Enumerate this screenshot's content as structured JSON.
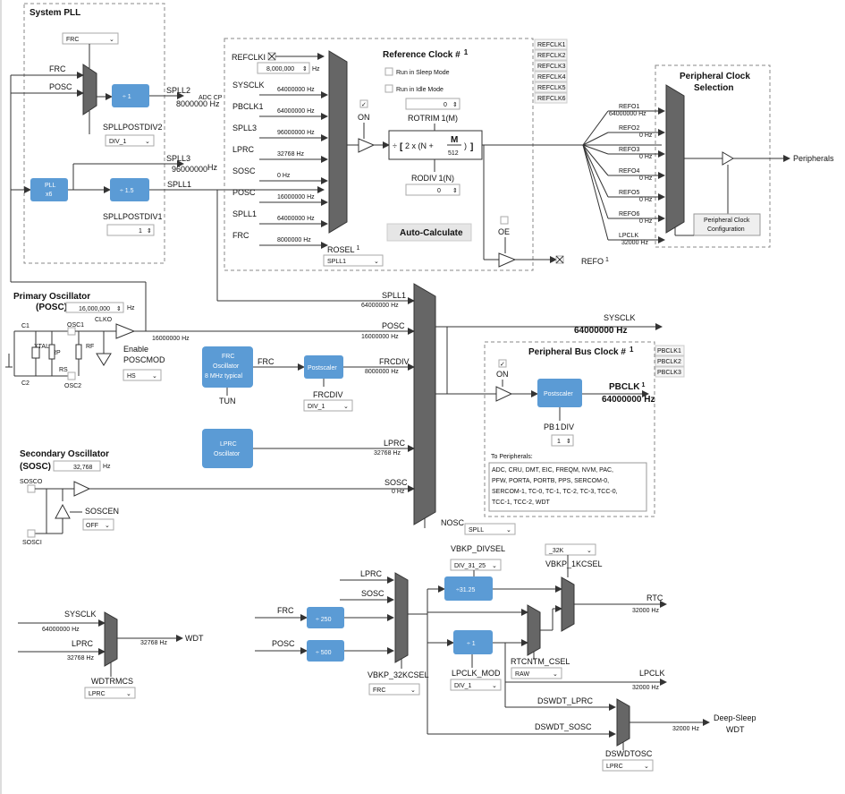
{
  "spll": {
    "title": "System PLL",
    "src": "FRC",
    "frc": "FRC",
    "posc": "POSC",
    "div2": "÷ 1",
    "div1": "÷ 1.5",
    "pll": "PLL",
    "pllx": "x6",
    "spll2": "SPLL2",
    "adc": "ADC CP",
    "spll2hz": "8000000 Hz",
    "postdiv2": "SPLLPOSTDIV2",
    "postdiv2v": "DIV_1",
    "spll3": "SPLL3",
    "spll3hz": "96000000",
    "hz": "Hz",
    "spll1": "SPLL1",
    "postdiv1": "SPLLPOSTDIV1",
    "postdiv1v": "1"
  },
  "refclk": {
    "title": "Reference Clock #",
    "num": "1",
    "refclki": "REFCLKI",
    "refclkiv": "8,000,000",
    "hz": "Hz",
    "sleep": "Run in Sleep Mode",
    "idle": "Run in Idle Mode",
    "rotrim": "ROTRIM",
    "rotrimsup": "1",
    "rotrimm": "(M)",
    "rotrimv": "0",
    "rodiv": "RODIV",
    "rodivsup": "1",
    "rodivn": "(N)",
    "rodivv": "0",
    "on": "ON",
    "oe": "OE",
    "formula": "÷",
    "formula2x": "2 x (N +",
    "fracm": "M",
    "frac512": "512",
    "formulaend": ")",
    "auto": "Auto-Calculate",
    "rosel": "ROSEL",
    "roselsup": "1",
    "roselv": "SPLL1",
    "refo": "REFO",
    "refosup": "1",
    "tabs": [
      "REFCLK1",
      "REFCLK2",
      "REFCLK3",
      "REFCLK4",
      "REFCLK5",
      "REFCLK6"
    ],
    "inputs": [
      {
        "name": "SYSCLK",
        "hz": "64000000 Hz"
      },
      {
        "name": "PBCLK1",
        "hz": "64000000 Hz"
      },
      {
        "name": "SPLL3",
        "hz": "96000000 Hz"
      },
      {
        "name": "LPRC",
        "hz": "32768 Hz"
      },
      {
        "name": "SOSC",
        "hz": "0 Hz"
      },
      {
        "name": "POSC",
        "hz": "16000000 Hz"
      },
      {
        "name": "SPLL1",
        "hz": "64000000 Hz"
      },
      {
        "name": "FRC",
        "hz": "8000000 Hz"
      }
    ]
  },
  "periph": {
    "title": "Peripheral Clock",
    "title2": "Selection",
    "out": "Peripherals",
    "cfg1": "Peripheral Clock",
    "cfg2": "Configuration",
    "refo": [
      {
        "name": "REFO1",
        "hz": "64000000 Hz"
      },
      {
        "name": "REFO2",
        "hz": "0 Hz"
      },
      {
        "name": "REFO3",
        "hz": "0 Hz"
      },
      {
        "name": "REFO4",
        "hz": "0 Hz"
      },
      {
        "name": "REFO5",
        "hz": "0 Hz"
      },
      {
        "name": "REFO6",
        "hz": "0 Hz"
      },
      {
        "name": "LPCLK",
        "hz": "32000 Hz"
      }
    ]
  },
  "posc": {
    "title": "Primary Oscillator",
    "sub": "(POSC)",
    "val": "16,000,000",
    "hz": "Hz",
    "c1": "C1",
    "c2": "C2",
    "xtal": "XTAL",
    "rp": "RP",
    "rf": "RF",
    "rs": "RS",
    "osc1": "OSC1",
    "osc2": "OSC2",
    "clko": "CLKO",
    "enable": "Enable",
    "mod": "POSCMOD",
    "modv": "HS",
    "out": "16000000 Hz"
  },
  "sysmux": {
    "spll1": "SPLL1",
    "spll1hz": "64000000 Hz",
    "posc": "POSC",
    "poschz": "16000000 Hz",
    "frcdiv": "FRCDIV",
    "frcdivhz": "8000000 Hz",
    "lprc": "LPRC",
    "lprchz": "32768 Hz",
    "sosc": "SOSC",
    "soschz": "0 Hz",
    "nosc": "NOSC",
    "noscv": "SPLL",
    "sysclk": "SYSCLK",
    "sysclkhz": "64000000  Hz"
  },
  "frc": {
    "l1": "FRC",
    "l2": "Oscillator",
    "l3": "8 MHz typical",
    "tun": "TUN",
    "frc": "FRC",
    "post": "Postscaler",
    "frcdiv": "FRCDIV",
    "frcdivv": "DIV_1"
  },
  "lprc": {
    "l1": "LPRC",
    "l2": "Oscillator"
  },
  "pbclk": {
    "title": "Peripheral Bus Clock #",
    "num": "1",
    "on": "ON",
    "post": "Postscaler",
    "pbclk": "PBCLK",
    "pbsup": "1",
    "hz": "64000000 Hz",
    "pbdiv": "PB",
    "pbdivsup": "1",
    "pbdivend": "DIV",
    "pbdivv": "1",
    "to": "To Peripherals:",
    "lines": [
      "ADC, CRU, DMT, EIC, FREQM, NVM, PAC,",
      "PFW, PORTA, PORTB, PPS, SERCOM-0,",
      "SERCOM-1, TC-0, TC-1, TC-2, TC-3, TCC-0,",
      "TCC-1, TCC-2, WDT"
    ],
    "tabs": [
      "PBCLK1",
      "PBCLK2",
      "PBCLK3"
    ]
  },
  "sosc": {
    "title": "Secondary Oscillator",
    "sub": "(SOSC)",
    "val": "32,768",
    "hz": "Hz",
    "sosco": "SOSCO",
    "sosci": "SOSCI",
    "en": "SOSCEN",
    "env": "OFF"
  },
  "wdt": {
    "sysclk": "SYSCLK",
    "sysclkhz": "64000000 Hz",
    "lprc": "LPRC",
    "lprchz": "32768 Hz",
    "out": "32768 Hz",
    "label": "WDT",
    "sel": "WDTRMCS",
    "selv": "LPRC"
  },
  "rtc": {
    "lprc": "LPRC",
    "sosc": "SOSC",
    "frc": "FRC",
    "posc": "POSC",
    "d250": "÷ 250",
    "d500": "÷ 500",
    "sel32": "VBKP_32KCSEL",
    "sel32v": "FRC",
    "divsel": "VBKP_DIVSEL",
    "divselv": "DIV_31_25",
    "d3125": "÷31.25",
    "d1": "÷ 1",
    "lpclkmod": "LPCLK_MOD",
    "lpclkmodv": "DIV_1",
    "sel1k": "VBKP_1KCSEL",
    "sel1kv": "_32K",
    "rtcntm": "RTCNTM_CSEL",
    "rtcntmv": "RAW",
    "rtc": "RTC",
    "rtchz": "32000 Hz",
    "lpclk": "LPCLK",
    "lpclkhz": "32000 Hz",
    "dslprc": "DSWDT_LPRC",
    "dssosc": "DSWDT_SOSC",
    "dsosc": "DSWDTOSC",
    "dsoscv": "LPRC",
    "dshz": "32000 Hz",
    "ds1": "Deep-Sleep",
    "ds2": "WDT"
  }
}
